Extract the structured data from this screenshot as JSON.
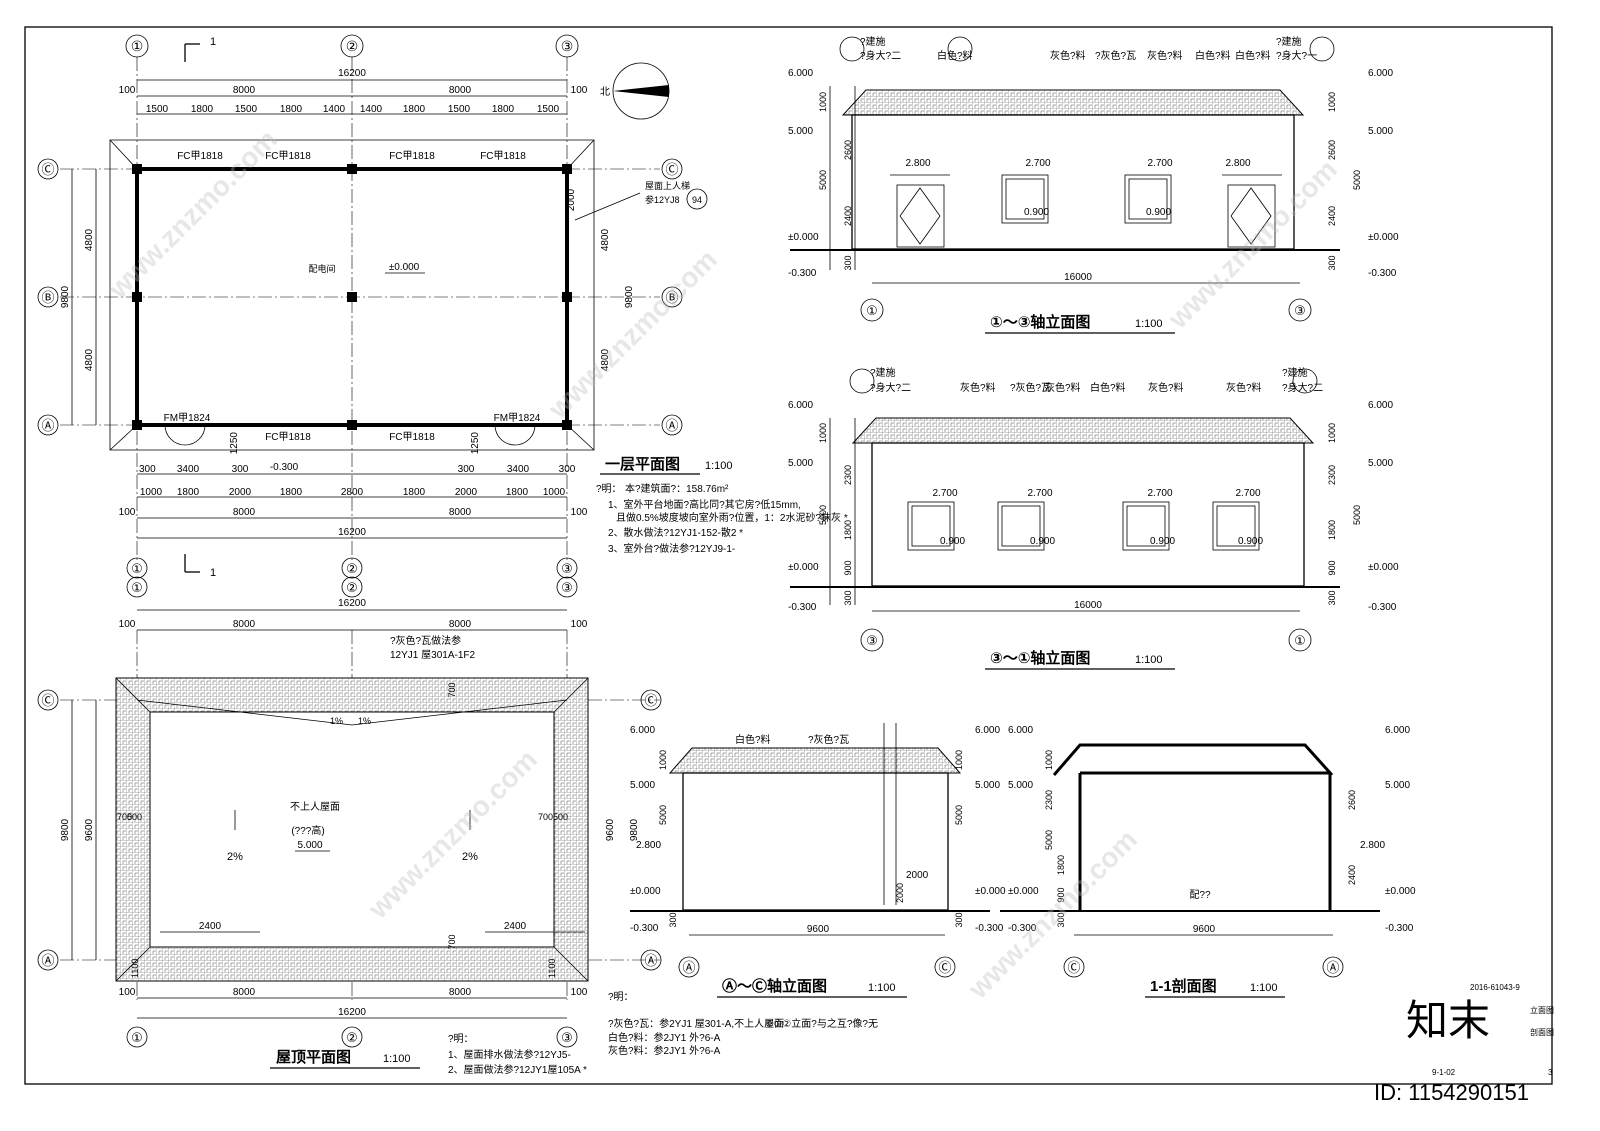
{
  "plans": {
    "floor": {
      "title": "一层平面图",
      "scale": "1:100",
      "room": "配电间",
      "level": "±0.000",
      "outside_level": "-0.300",
      "total_dim": "16200",
      "half_dims": [
        "8000",
        "8000"
      ],
      "edge_dims": [
        "100",
        "100"
      ],
      "top_dims": [
        "1500",
        "1800",
        "1500",
        "1800",
        "1400",
        "1400",
        "1800",
        "1500",
        "1800",
        "1500"
      ],
      "bottom_dims": [
        "1000",
        "1800",
        "2000",
        "1800",
        "2800",
        "1800",
        "2000",
        "1800",
        "1000"
      ],
      "porch_dims": [
        "300",
        "3400",
        "300",
        "300",
        "3400",
        "300"
      ],
      "side_dims": [
        "4800",
        "4800",
        "9800",
        "2000"
      ],
      "windows": [
        "FC甲1818",
        "FC甲1818",
        "FC甲1818",
        "FC甲1818",
        "FC甲1818",
        "FC甲1818"
      ],
      "doors": [
        "FM甲1824",
        "FM甲1824"
      ],
      "stair_note": "屋面上人梯",
      "stair_ref": "参12YJ8",
      "stair_ref_no": "94",
      "porch_dim": "1250",
      "notes": [
        "?明：",
        "本?建筑面?：158.76m²",
        "1、室外平台地面?高比同?其它房?低15mm,",
        "且做0.5%坡度坡向室外雨?位置，1：2水泥砂?抹灰 *",
        "2、散水做法?12YJ1-152-散2 *",
        "3、室外台?做法参?12YJ9-1-"
      ]
    },
    "roof": {
      "title": "屋顶平面图",
      "scale": "1:100",
      "label": "不上人屋面",
      "sublabel": "(???高)",
      "level": "5.000",
      "slope": "2%",
      "ridge_slope": "1%",
      "tile_note": "?灰色?瓦做法参",
      "tile_ref": "12YJ1 屋301A-1F2",
      "dims": [
        "16200",
        "8000",
        "8000",
        "100",
        "100",
        "9800",
        "9600",
        "2400",
        "2400",
        "700",
        "500",
        "1100"
      ],
      "notes_title": "?明：",
      "notes": [
        "1、屋面排水做法参?12YJ5-",
        "2、屋面做法参?12JY1屋105A *"
      ]
    }
  },
  "elevations": {
    "front": {
      "title": "①～③轴立面图",
      "scale": "1:100",
      "levels": [
        "6.000",
        "5.000",
        "±0.000",
        "-0.300"
      ],
      "heights": [
        "1000",
        "2600",
        "5000",
        "2400",
        "300"
      ],
      "length": "16000",
      "marks": [
        "2.800",
        "2.700",
        "2.700",
        "2.800"
      ],
      "sill": "0.900",
      "labels": [
        "?建施",
        "?身大?二",
        "白色?料",
        "灰色?料",
        "?灰色?瓦",
        "灰色?料",
        "白色?料",
        "白色?料",
        "?建施",
        "?身大?一"
      ]
    },
    "back": {
      "title": "③～①轴立面图",
      "scale": "1:100",
      "levels": [
        "6.000",
        "5.000",
        "±0.000",
        "-0.300"
      ],
      "heights": [
        "1000",
        "2300",
        "5000",
        "1800",
        "900",
        "300"
      ],
      "length": "16000",
      "marks": [
        "2.700",
        "2.700",
        "2.700",
        "2.700"
      ],
      "sill": "0.900",
      "labels": [
        "?建施",
        "?身大?二",
        "灰色?料",
        "?灰色?瓦",
        "灰色?料",
        "白色?料",
        "灰色?料",
        "灰色?料",
        "?建施",
        "?身大?二"
      ]
    },
    "side": {
      "title": "Ⓐ～Ⓒ轴立面图",
      "scale": "1:100",
      "levels": [
        "6.000",
        "5.000",
        "2.800",
        "±0.000",
        "-0.300"
      ],
      "heights": [
        "1000",
        "5000",
        "300",
        "2000",
        "2000"
      ],
      "length": "9600",
      "labels": [
        "白色?料",
        "?灰色?瓦"
      ]
    },
    "section": {
      "title": "1-1剖面图",
      "scale": "1:100",
      "levels": [
        "6.000",
        "5.000",
        "2.800",
        "±0.000",
        "-0.300"
      ],
      "heights": [
        "1000",
        "2300",
        "5000",
        "1800",
        "900",
        "300",
        "2600",
        "2400"
      ],
      "length": "9600",
      "room": "配??"
    }
  },
  "legend": {
    "title": "?明：",
    "lines": [
      "?灰色?瓦：参2YJ1 屋301-A,不上人屋面",
      "白色?料：参2JY1 外?6-A",
      "灰色?料：参2JY1 外?6-A"
    ],
    "extra": "©①②立面?与之互?像?无"
  },
  "axes": {
    "plan_h": [
      "①",
      "②",
      "③"
    ],
    "plan_v": [
      "Ⓐ",
      "Ⓑ",
      "Ⓒ"
    ],
    "section_marks": [
      "1",
      "1"
    ]
  },
  "titleblock": {
    "project_no": "2016-61043-9",
    "sheet_name": "立面图",
    "sheet_sub": "剖面图",
    "sheet_code": "9-1-02",
    "page": "3",
    "vendor": "知末",
    "id": "ID: 1154290151"
  },
  "watermark": "www.znzmo.com"
}
